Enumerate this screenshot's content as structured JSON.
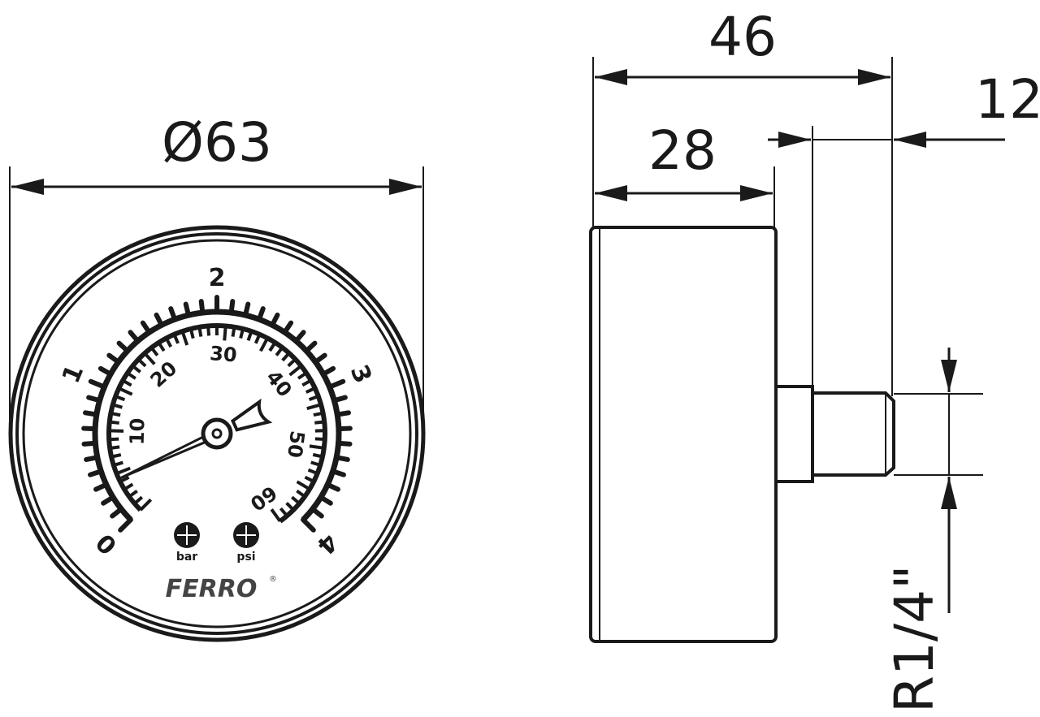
{
  "dimensions": {
    "diameter": "Ø63",
    "total_depth": "46",
    "case_depth": "28",
    "connector_length": "12",
    "thread": "R1/4\""
  },
  "gauge": {
    "bar_labels": [
      "0",
      "1",
      "2",
      "3",
      "4"
    ],
    "psi_labels": [
      "10",
      "20",
      "30",
      "40",
      "50",
      "60"
    ],
    "unit_bar": "bar",
    "unit_psi": "psi",
    "brand": "FERRO",
    "brand_mark": "®",
    "needle_value_bar": 0.3
  },
  "colors": {
    "line": "#1a1a1a",
    "brand": "#444444"
  }
}
